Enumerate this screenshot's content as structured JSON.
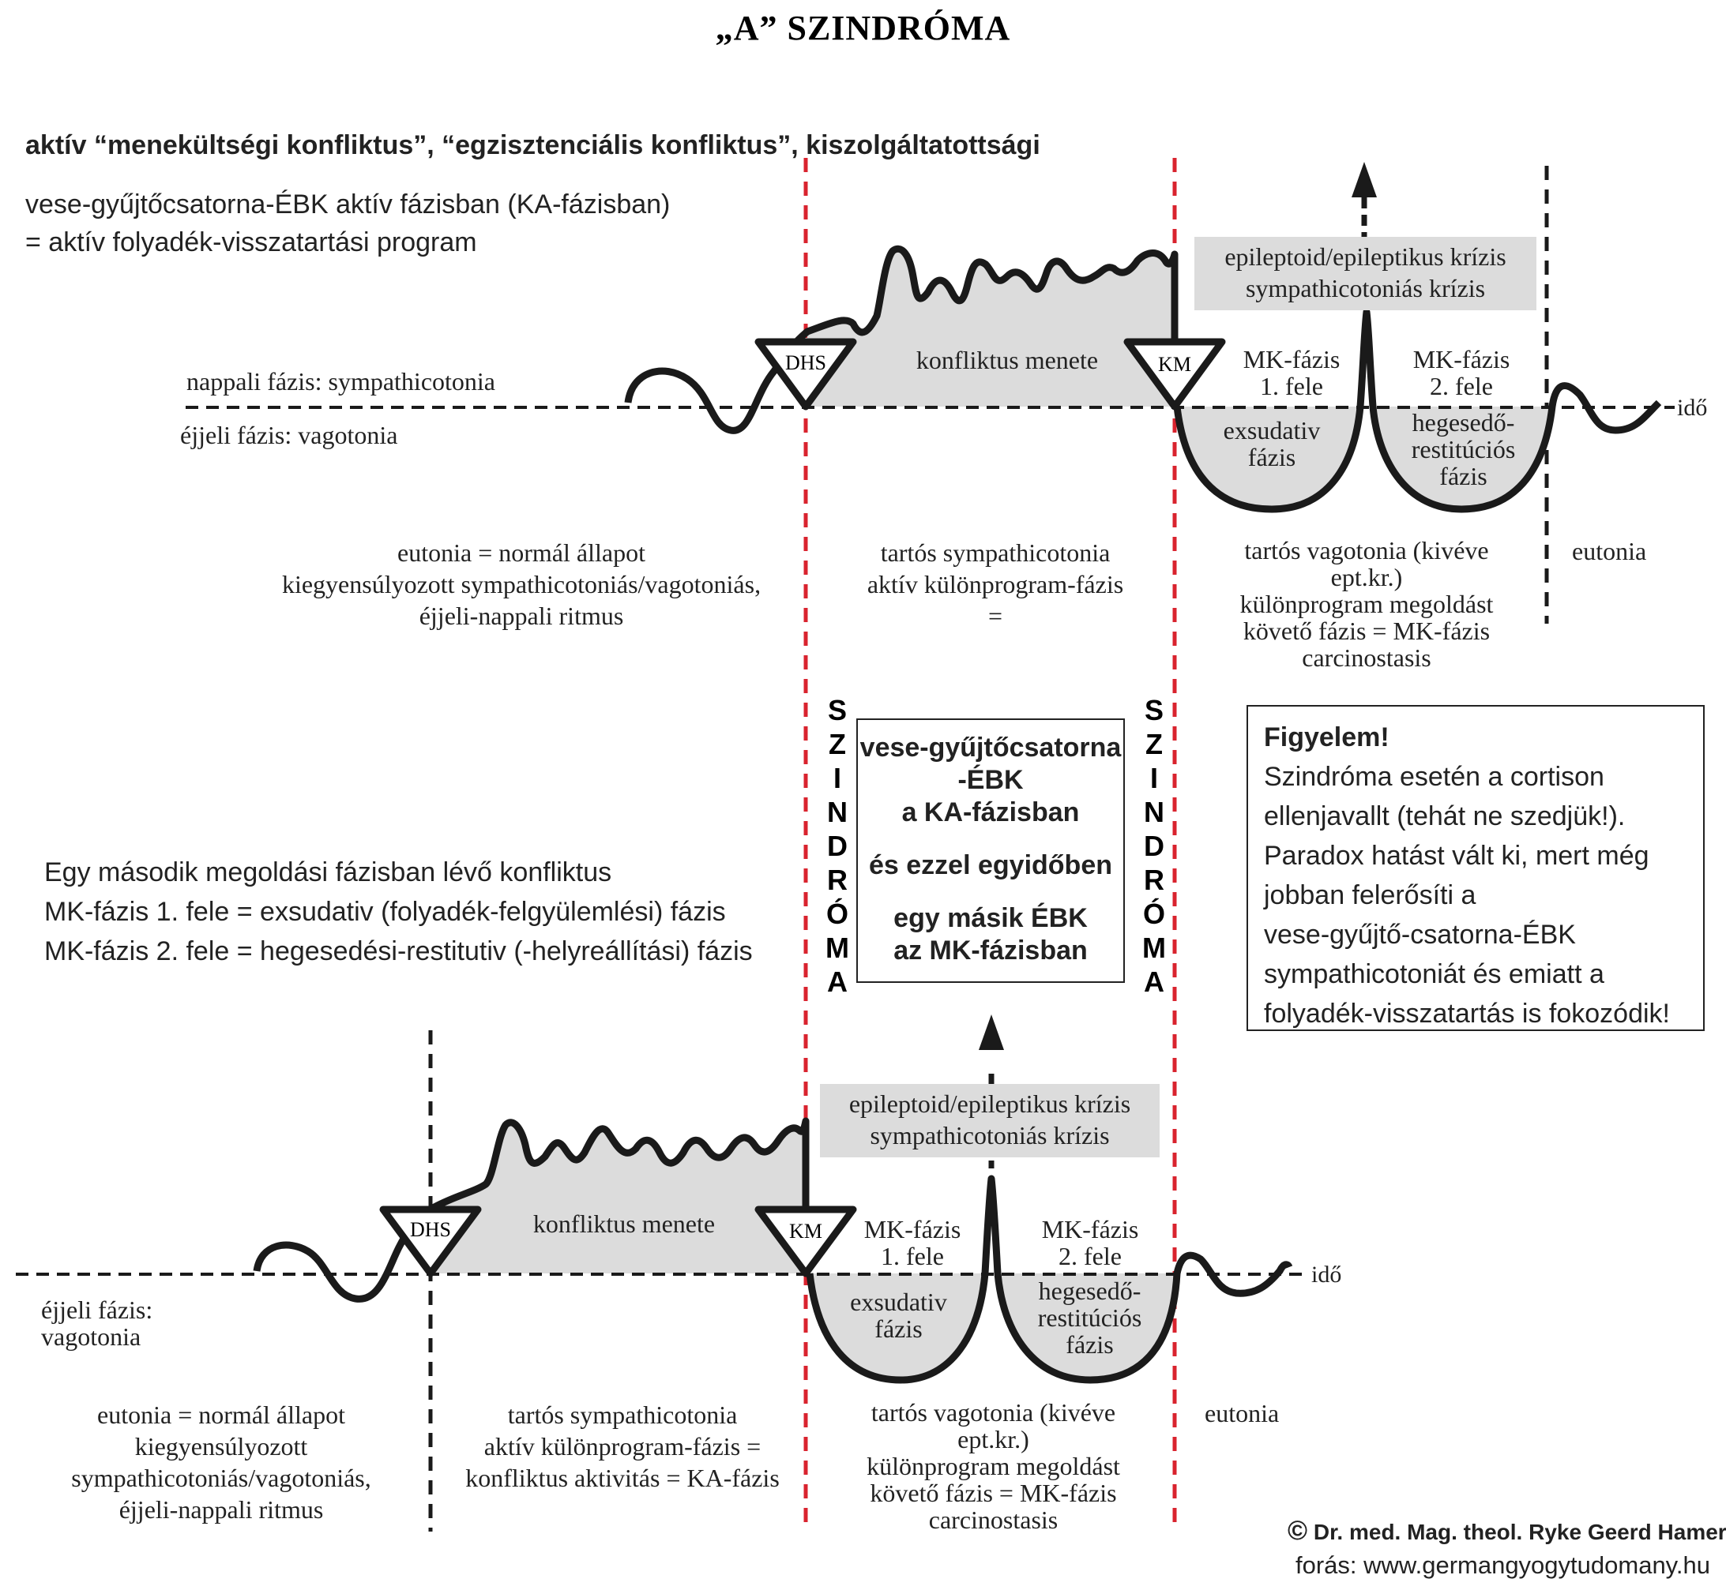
{
  "title": "„A” SZINDRÓMA",
  "header": {
    "line1": "aktív “menekültségi konfliktus”, “egzisztenciális konfliktus”, kiszolgáltatottsági",
    "line2": "vese-gyűjtőcsatorna-ÉBK aktív fázisban (KA-fázisban)",
    "line3": "= aktív folyadék-visszatartási program"
  },
  "top_diagram": {
    "day_phase": "nappali fázis: sympathicotonia",
    "night_phase": "éjjeli fázis: vagotonia",
    "dhs": "DHS",
    "km": "KM",
    "conflict": "konfliktus menete",
    "crisis": [
      "epileptoid/epileptikus krízis",
      "sympathicotoniás krízis"
    ],
    "mk1": [
      "MK-fázis",
      "1. fele"
    ],
    "mk2": [
      "MK-fázis",
      "2. fele"
    ],
    "exsudativ": [
      "exsudativ",
      "fázis"
    ],
    "hegesedo": [
      "hegesedő-",
      "restitúciós",
      "fázis"
    ],
    "time": "idő",
    "eutonia_left": [
      "eutonia = normál állapot",
      "kiegyensúlyozott sympathicotoniás/vagotoniás,",
      "éjjeli-nappali ritmus"
    ],
    "sympath_center": [
      "tartós sympathicotonia",
      "aktív különprogram-fázis",
      "="
    ],
    "vagotonia_right": [
      "tartós vagotonia (kivéve",
      "ept.kr.)",
      "különprogram megoldást",
      "követő fázis = MK-fázis",
      "carcinostasis"
    ],
    "eutonia_right": "eutonia"
  },
  "middle": {
    "vertical_word": [
      "S",
      "Z",
      "I",
      "N",
      "D",
      "R",
      "Ó",
      "M",
      "A"
    ],
    "center_box": [
      "vese-gyűjtőcsatorna",
      "-ÉBK",
      "a KA-fázisban",
      "és ezzel egyidőben",
      "egy másik ÉBK",
      "az MK-fázisban"
    ],
    "left_text": [
      "Egy második megoldási fázisban lévő konfliktus",
      "MK-fázis 1. fele = exsudativ (folyadék-felgyülemlési) fázis",
      "MK-fázis 2. fele = hegesedési-restitutiv (-helyreállítási) fázis"
    ],
    "note_title": "Figyelem!",
    "note_lines": [
      "Szindróma esetén a cortison",
      "ellenjavallt (tehát ne szedjük!).",
      "Paradox hatást vált ki, mert még",
      "jobban felerősíti a",
      "vese-gyűjtő-csatorna-ÉBK",
      "sympathicotoniát és emiatt a",
      "folyadék-visszatartás is fokozódik!"
    ]
  },
  "bottom_diagram": {
    "dhs": "DHS",
    "km": "KM",
    "conflict": "konfliktus menete",
    "crisis": [
      "epileptoid/epileptikus krízis",
      "sympathicotoniás krízis"
    ],
    "mk1": [
      "MK-fázis",
      "1. fele"
    ],
    "mk2": [
      "MK-fázis",
      "2. fele"
    ],
    "exsudativ": [
      "exsudativ",
      "fázis"
    ],
    "hegesedo": [
      "hegesedő-",
      "restitúciós",
      "fázis"
    ],
    "time": "idő",
    "night_phase": [
      "éjjeli fázis:",
      "vagotonia"
    ],
    "eutonia_left": [
      "eutonia = normál állapot",
      "kiegyensúlyozott",
      "sympathicotoniás/vagotoniás,",
      "éjjeli-nappali ritmus"
    ],
    "sympath_center": [
      "tartós sympathicotonia",
      "aktív különprogram-fázis =",
      "konfliktus aktivitás = KA-fázis"
    ],
    "vagotonia_right": [
      "tartós vagotonia (kivéve",
      "ept.kr.)",
      "különprogram megoldást",
      "követő fázis = MK-fázis",
      "carcinostasis"
    ],
    "eutonia_right": "eutonia"
  },
  "footer": {
    "copyright_symbol": "©",
    "copyright": "Dr. med. Mag. theol. Ryke Geerd Hamer",
    "source": "forás: www.germangyogytudomany.hu"
  },
  "colors": {
    "accent_red": "#d9232e",
    "fill_grey": "#dcdcdc",
    "ink": "#1a1a1a"
  }
}
